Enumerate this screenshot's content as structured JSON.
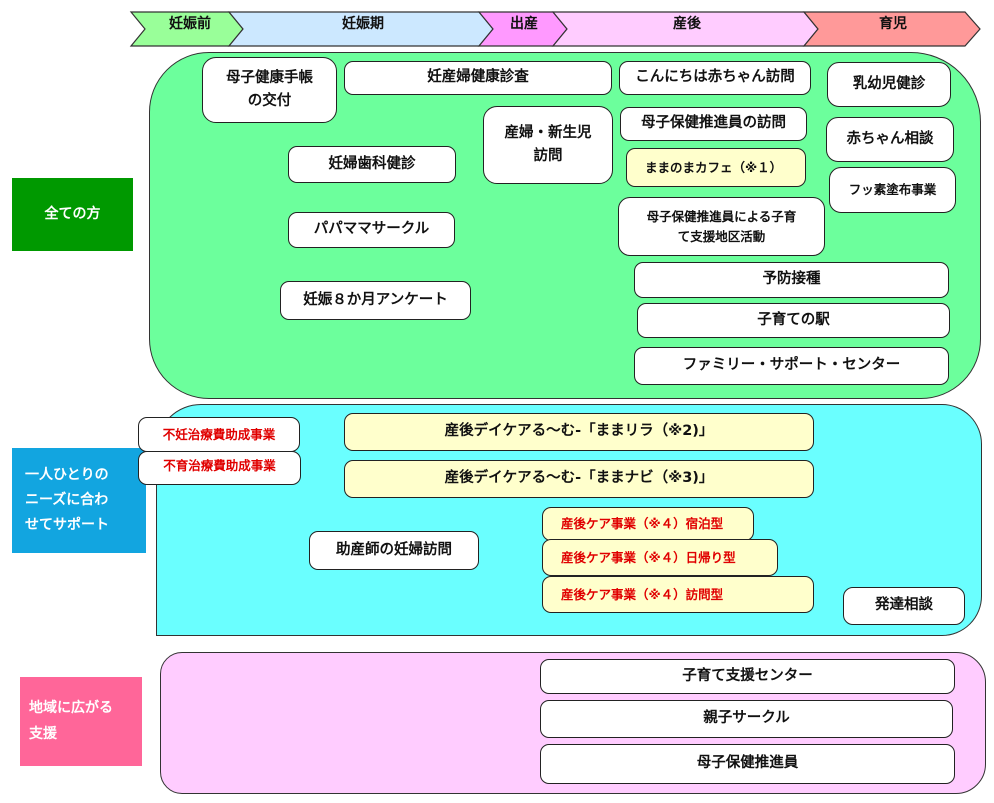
{
  "timeline": {
    "phases": [
      {
        "label": "妊娠前",
        "color": "#99ff99"
      },
      {
        "label": "妊娠期",
        "color": "#cce8ff"
      },
      {
        "label": "出産",
        "color": "#ff99ff"
      },
      {
        "label": "産後",
        "color": "#ffccff"
      },
      {
        "label": "育児",
        "color": "#ff9999"
      }
    ]
  },
  "categories": {
    "all": {
      "label": "全ての方",
      "color": "#009900"
    },
    "individual": {
      "label": "一人ひとりのニーズに合わせてサポート",
      "lines": [
        "一人ひとりの",
        "ニーズに合わ",
        "せてサポート"
      ],
      "color": "#12a5e0"
    },
    "community": {
      "label": "地域に広がる支援",
      "lines": [
        "地域に広がる",
        "支援"
      ],
      "color": "#ff6699"
    }
  },
  "panels": {
    "all": {
      "color": "#6cff9c",
      "items": [
        {
          "lines": [
            "母子健康手帳",
            "の交付"
          ]
        },
        {
          "lines": [
            "妊産婦健康診査"
          ]
        },
        {
          "lines": [
            "こんにちは赤ちゃん訪問"
          ]
        },
        {
          "lines": [
            "乳幼児健診"
          ]
        },
        {
          "lines": [
            "産婦・新生児",
            "訪問"
          ]
        },
        {
          "lines": [
            "母子保健推進員の訪問"
          ]
        },
        {
          "lines": [
            "赤ちゃん相談"
          ]
        },
        {
          "lines": [
            "妊婦歯科健診"
          ]
        },
        {
          "lines": [
            "ままのまカフェ（※１）"
          ],
          "highlight": true
        },
        {
          "lines": [
            "フッ素塗布事業"
          ]
        },
        {
          "lines": [
            "母子保健推進員による子育",
            "て支援地区活動"
          ]
        },
        {
          "lines": [
            "パパママサークル"
          ]
        },
        {
          "lines": [
            "予防接種"
          ]
        },
        {
          "lines": [
            "妊娠８か月アンケート"
          ]
        },
        {
          "lines": [
            "子育ての駅"
          ]
        },
        {
          "lines": [
            "ファミリー・サポート・センター"
          ]
        }
      ]
    },
    "individual": {
      "color": "#6affff",
      "items": [
        {
          "lines": [
            "不妊治療費助成事業"
          ],
          "red": true
        },
        {
          "lines": [
            "不育治療費助成事業"
          ],
          "red": true
        },
        {
          "lines": [
            "産後デイケアる～む-「ままリラ（※2)」"
          ],
          "highlight": true
        },
        {
          "lines": [
            "産後デイケアる～む-「ままナビ（※3)」"
          ],
          "highlight": true
        },
        {
          "lines": [
            "助産師の妊婦訪問"
          ]
        },
        {
          "lines": [
            "産後ケア事業（※４）宿泊型"
          ],
          "highlight": true,
          "red": true
        },
        {
          "lines": [
            "産後ケア事業（※４）日帰り型"
          ],
          "highlight": true,
          "red": true
        },
        {
          "lines": [
            "産後ケア事業（※４）訪問型"
          ],
          "highlight": true,
          "red": true
        },
        {
          "lines": [
            "発達相談"
          ]
        }
      ]
    },
    "community": {
      "color": "#ffccff",
      "items": [
        {
          "lines": [
            "子育て支援センター"
          ]
        },
        {
          "lines": [
            "親子サークル"
          ]
        },
        {
          "lines": [
            "母子保健推進員"
          ]
        }
      ]
    }
  }
}
